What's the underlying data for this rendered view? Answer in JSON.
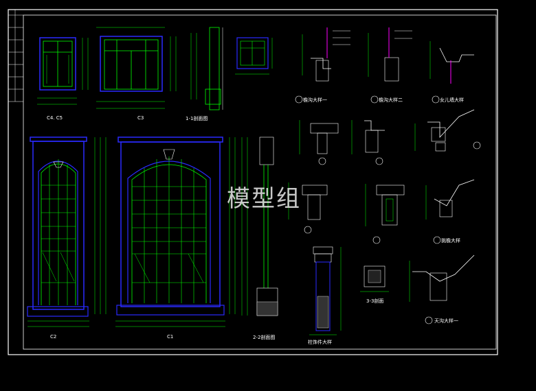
{
  "watermark": "模型组",
  "colors": {
    "background": "#000000",
    "frame": "#ffffff",
    "grid": "#00ff00",
    "outline": "#2a2aff",
    "accent": "#ff00ff",
    "cyan": "#00ffff"
  },
  "captions": {
    "c4c5": "C4. C5",
    "c3": "C3",
    "sec11": "1-1剖面图",
    "c2": "C2",
    "c1": "C1",
    "sec22": "2-2剖面图",
    "sec33": "3-3剖面",
    "pillar": "柱饰件大样",
    "d1": "①",
    "d2": "②",
    "d3": "③",
    "d4": "④",
    "d5": "⑤",
    "d6": "⑥",
    "d7": "⑦",
    "d8": "⑧",
    "d9": "⑨",
    "d10": "⑩",
    "cornice1": "檐沟大样一",
    "cornice2": "檐沟大样二",
    "parapet": "女儿墙大样",
    "eave": "挑檐大样",
    "drain": "天沟大样一"
  }
}
